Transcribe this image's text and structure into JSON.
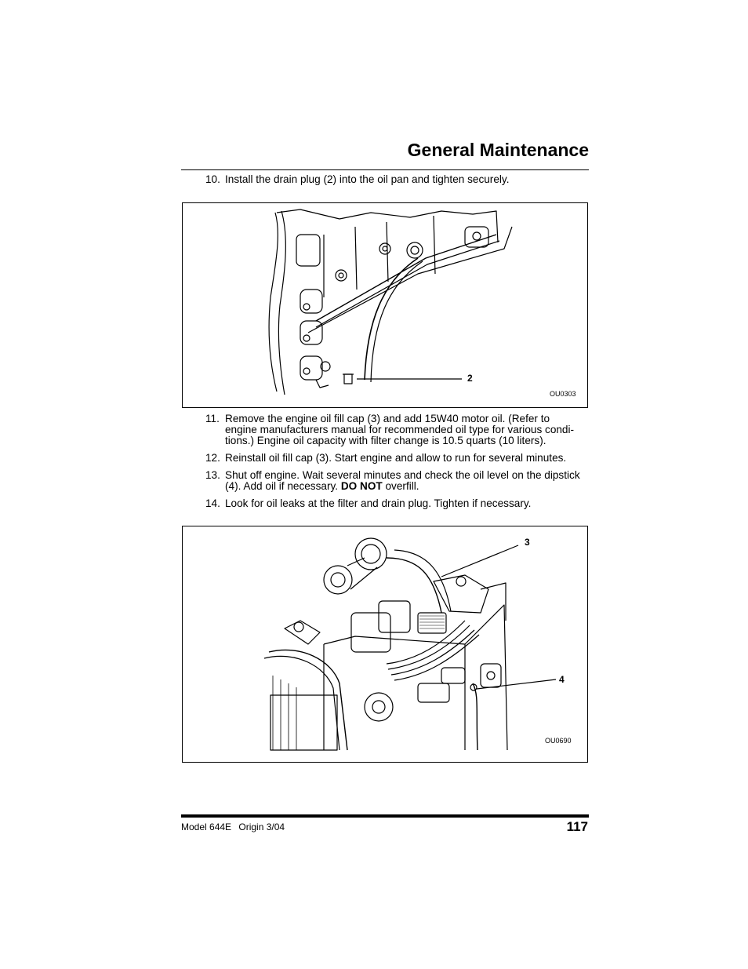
{
  "header": {
    "title": "General Maintenance"
  },
  "steps": [
    {
      "num": "10.",
      "text": "Install the drain plug (2) into the oil pan and tighten securely."
    },
    {
      "num": "11.",
      "lines": [
        "Remove the engine oil fill cap (3) and add 15W40 motor oil. (Refer to",
        "engine manufacturers manual for recommended oil type for various condi-",
        "tions.) Engine oil capacity with filter change is 10.5 quarts (10 liters)."
      ]
    },
    {
      "num": "12.",
      "text": "Reinstall oil fill cap (3). Start engine and allow to run for several minutes."
    },
    {
      "num": "13.",
      "line1": "Shut off engine. Wait several minutes and check the oil level on the dipstick",
      "line2_pre": "(4). Add oil if necessary. ",
      "line2_bold": "DO NOT",
      "line2_post": " overfill."
    },
    {
      "num": "14.",
      "text": "Look for oil leaks at the filter and drain plug. Tighten if necessary."
    }
  ],
  "figures": [
    {
      "code": "OU0303",
      "callouts": [
        "2"
      ]
    },
    {
      "code": "OU0690",
      "callouts": [
        "3",
        "4"
      ]
    }
  ],
  "footer": {
    "model": "Model  644E",
    "origin": "Origin  3/04",
    "page": "117"
  }
}
